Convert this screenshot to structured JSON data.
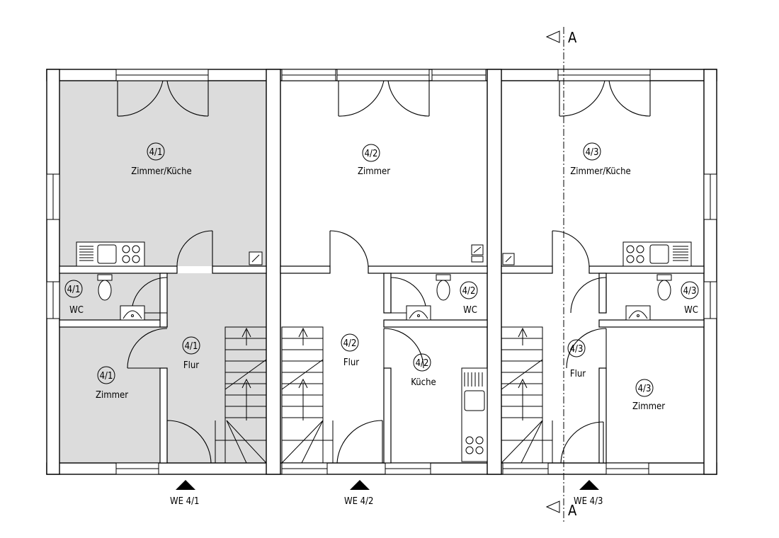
{
  "colors": {
    "shaded_unit": "#dcdcdc",
    "line": "#000000",
    "paper": "#ffffff"
  },
  "section_marker": {
    "letter": "A"
  },
  "units": [
    {
      "entrance_label": "WE 4/1",
      "rooms": [
        {
          "num": "4/1",
          "name": "Zimmer/Küche"
        },
        {
          "num": "4/1",
          "name": "WC"
        },
        {
          "num": "4/1",
          "name": "Zimmer"
        },
        {
          "num": "4/1",
          "name": "Flur"
        }
      ]
    },
    {
      "entrance_label": "WE 4/2",
      "rooms": [
        {
          "num": "4/2",
          "name": "Zimmer"
        },
        {
          "num": "4/2",
          "name": "WC"
        },
        {
          "num": "4/2",
          "name": "Flur"
        },
        {
          "num": "4/2",
          "name": "Küche"
        }
      ]
    },
    {
      "entrance_label": "WE 4/3",
      "rooms": [
        {
          "num": "4/3",
          "name": "Zimmer/Küche"
        },
        {
          "num": "4/3",
          "name": "WC"
        },
        {
          "num": "4/3",
          "name": "Flur"
        },
        {
          "num": "4/3",
          "name": "Zimmer"
        }
      ]
    }
  ]
}
